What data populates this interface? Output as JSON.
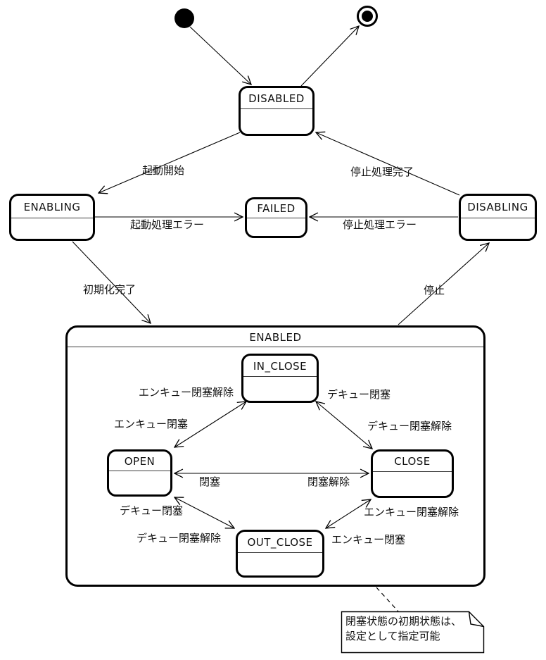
{
  "states": {
    "disabled": "DISABLED",
    "enabling": "ENABLING",
    "failed": "FAILED",
    "disabling": "DISABLING",
    "enabled": "ENABLED",
    "in_close": "IN_CLOSE",
    "open": "OPEN",
    "close": "CLOSE",
    "out_close": "OUT_CLOSE"
  },
  "transitions": [
    {
      "from": "initial",
      "to": "DISABLED",
      "label": ""
    },
    {
      "from": "DISABLED",
      "to": "final",
      "label": ""
    },
    {
      "from": "DISABLED",
      "to": "ENABLING",
      "label": "起動開始"
    },
    {
      "from": "ENABLING",
      "to": "FAILED",
      "label": "起動処理エラー"
    },
    {
      "from": "DISABLING",
      "to": "DISABLED",
      "label": "停止処理完了"
    },
    {
      "from": "DISABLING",
      "to": "FAILED",
      "label": "停止処理エラー"
    },
    {
      "from": "ENABLING",
      "to": "ENABLED",
      "label": "初期化完了"
    },
    {
      "from": "ENABLED",
      "to": "DISABLING",
      "label": "停止"
    },
    {
      "from": "OPEN",
      "to": "IN_CLOSE",
      "label": "エンキュー閉塞"
    },
    {
      "from": "IN_CLOSE",
      "to": "OPEN",
      "label": "エンキュー閉塞解除"
    },
    {
      "from": "IN_CLOSE",
      "to": "CLOSE",
      "label": "デキュー閉塞"
    },
    {
      "from": "CLOSE",
      "to": "IN_CLOSE",
      "label": "デキュー閉塞解除"
    },
    {
      "from": "OPEN",
      "to": "CLOSE",
      "label": "閉塞"
    },
    {
      "from": "CLOSE",
      "to": "OPEN",
      "label": "閉塞解除"
    },
    {
      "from": "OPEN",
      "to": "OUT_CLOSE",
      "label": "デキュー閉塞"
    },
    {
      "from": "OUT_CLOSE",
      "to": "OPEN",
      "label": "デキュー閉塞解除"
    },
    {
      "from": "OUT_CLOSE",
      "to": "CLOSE",
      "label": "エンキュー閉塞"
    },
    {
      "from": "CLOSE",
      "to": "OUT_CLOSE",
      "label": "エンキュー閉塞解除"
    }
  ],
  "note": {
    "line1": "閉塞状態の初期状態は、",
    "line2": "設定として指定可能"
  },
  "colors": {
    "line": "#000000",
    "background": "#ffffff",
    "state_border": "#000000"
  }
}
